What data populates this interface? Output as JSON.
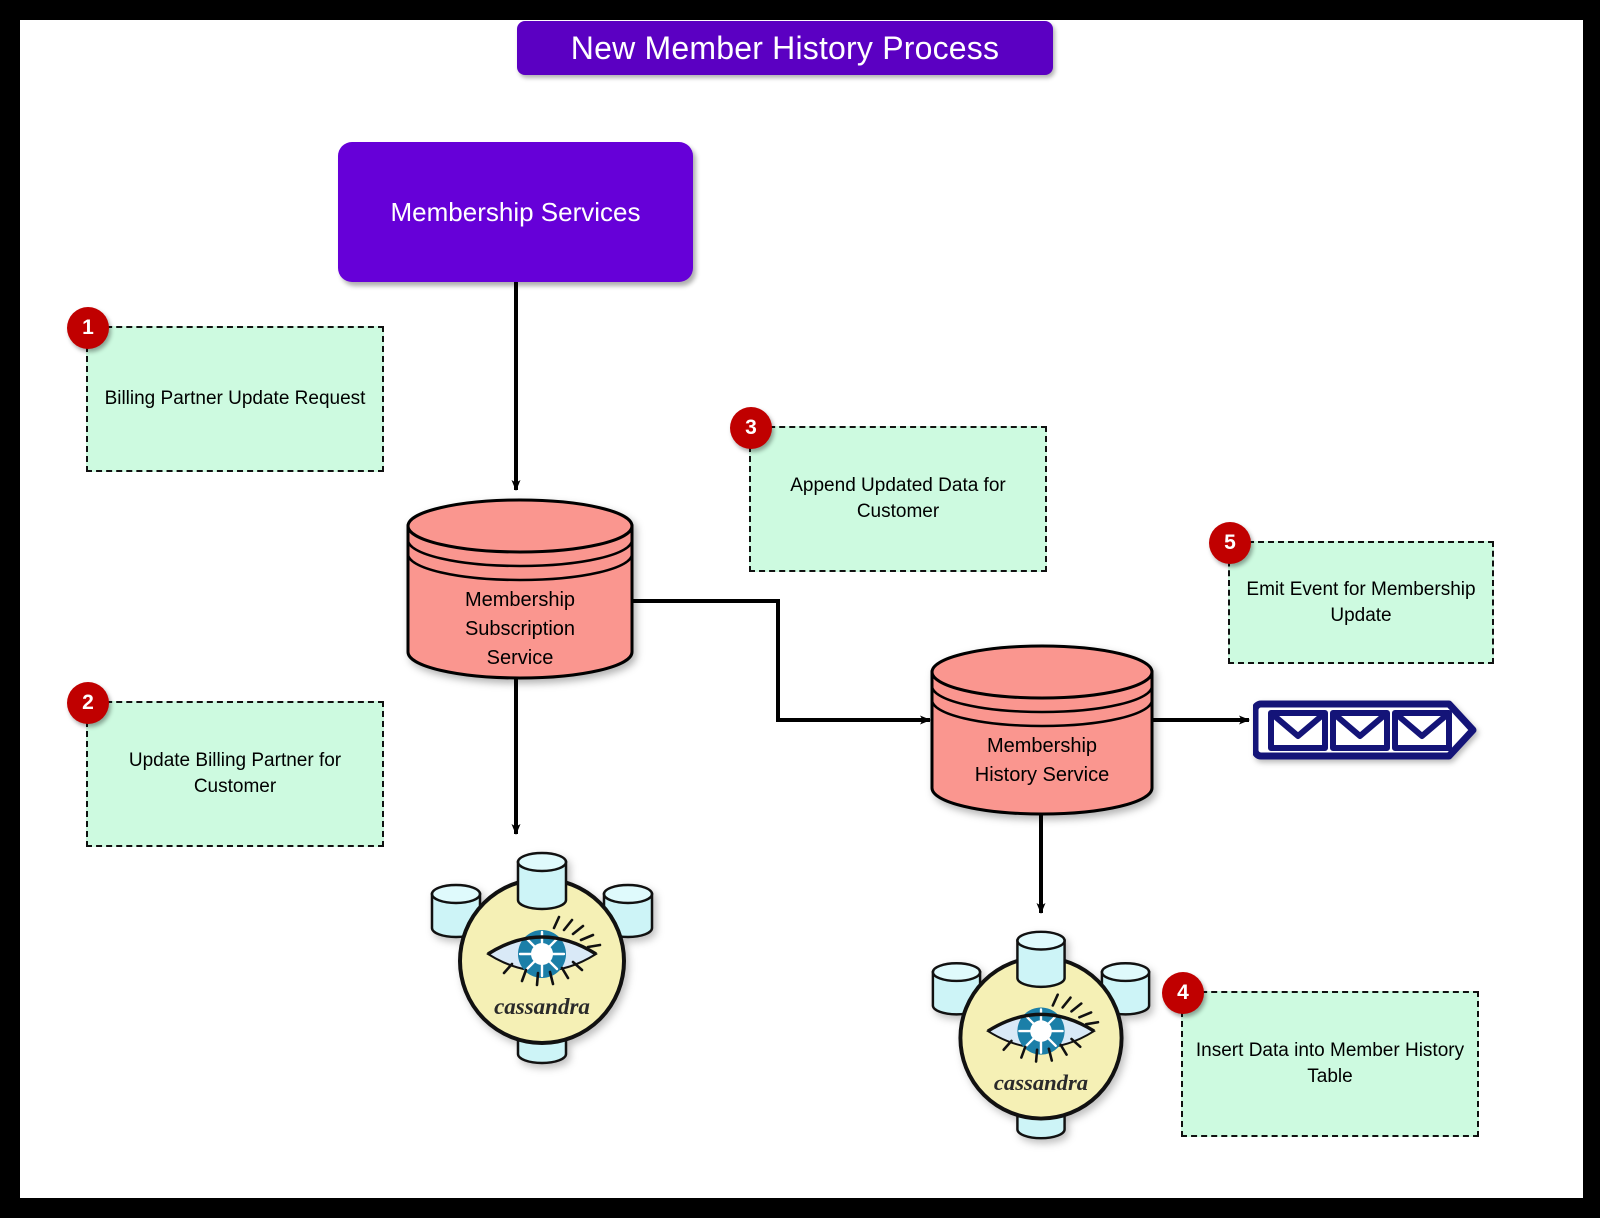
{
  "diagram": {
    "title": "New Member History Process",
    "accent_purple": "#6600D8",
    "title_purple": "#5B00C2",
    "callout_green": "#CDFAE0",
    "badge_red": "#C00000",
    "cylinder_pink": "#FA968F",
    "cassandra_yellow": "#F5F0B5",
    "cassandra_cyl_blue": "#CDF4F7",
    "queue_navy": "#141478"
  },
  "nodes": {
    "membership_services": {
      "label": "Membership Services"
    },
    "subscription_service": {
      "label_line1": "Membership",
      "label_line2": "Subscription",
      "label_line3": "Service"
    },
    "history_service": {
      "label_line1": "Membership",
      "label_line2": "History Service"
    },
    "cassandra_left": {
      "label": "cassandra"
    },
    "cassandra_right": {
      "label": "cassandra"
    },
    "message_queue": {
      "label": ""
    }
  },
  "callouts": [
    {
      "number": "1",
      "text": "Billing Partner Update Request"
    },
    {
      "number": "2",
      "text": "Update Billing Partner for Customer"
    },
    {
      "number": "3",
      "text": "Append Updated Data for Customer"
    },
    {
      "number": "4",
      "text": "Insert Data into Member History Table"
    },
    {
      "number": "5",
      "text": "Emit Event for Membership Update"
    }
  ]
}
